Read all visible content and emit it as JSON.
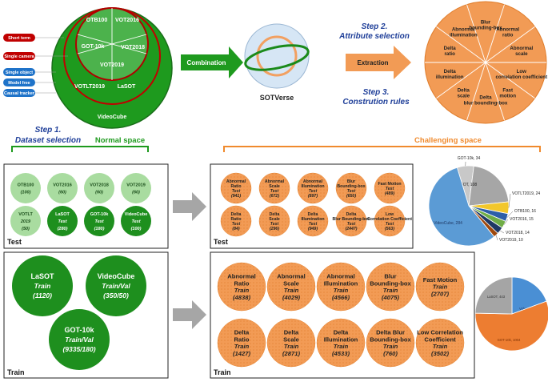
{
  "dataset_labels": {
    "otb100": "OTB100",
    "vot2016": "VOT2016",
    "got10k": "GOT-10k",
    "vot2018": "VOT2018",
    "vot2019": "VOT2019",
    "votlt2019": "VOTLT2019",
    "lasot": "LaSOT",
    "videocube": "VideoCube"
  },
  "tags": [
    "Short term",
    "Single camera",
    "Single object",
    "Model free",
    "Causal tracker"
  ],
  "combination_label": "Combination",
  "sotverse_label": "SOTVerse",
  "step2": {
    "line1": "Step 2.",
    "line2": "Attribute selection"
  },
  "step3": {
    "line1": "Step 3.",
    "line2": "Constrution rules"
  },
  "extraction_label": "Extraction",
  "attribute_wheel": [
    "Blur bounding-box",
    "Abnormal ratio",
    "Abnormal scale",
    "Low correlation coefficient",
    "Fast motion",
    "Delta blur bounding-box",
    "Delta scale",
    "Delta illumination",
    "Delta ratio",
    "Abnormal illumination"
  ],
  "step1": {
    "line1": "Step 1.",
    "line2": "Dataset selection"
  },
  "normal_space_label": "Normal space",
  "challenging_space_label": "Challenging space",
  "test_label": "Test",
  "train_label": "Train",
  "normal_test": [
    {
      "name": "OTB100",
      "sub": "",
      "count": "(100)",
      "dark": false
    },
    {
      "name": "VOT2016",
      "sub": "",
      "count": "(60)",
      "dark": false
    },
    {
      "name": "VOT2018",
      "sub": "",
      "count": "(60)",
      "dark": false
    },
    {
      "name": "VOT2019",
      "sub": "",
      "count": "(60)",
      "dark": false
    },
    {
      "name": "VOTLT",
      "sub": "2019",
      "count": "(50)",
      "dark": false
    },
    {
      "name": "LaSOT",
      "sub": "Test",
      "count": "(280)",
      "dark": true
    },
    {
      "name": "GOT-10k",
      "sub": "Test",
      "count": "(180)",
      "dark": true
    },
    {
      "name": "VideoCube",
      "sub": "Test",
      "count": "(100)",
      "dark": true
    }
  ],
  "normal_train": [
    {
      "name": "LaSOT",
      "sub": "Train",
      "count": "(1120)"
    },
    {
      "name": "VideoCube",
      "sub": "Train/Val",
      "count": "(350/50)"
    },
    {
      "name": "GOT-10k",
      "sub": "Train/Val",
      "count": "(9335/180)"
    }
  ],
  "challenge_test": [
    {
      "l1": "Abnormal",
      "l2": "Ratio",
      "sub": "Test",
      "count": "(941)"
    },
    {
      "l1": "Abnormal",
      "l2": "Scale",
      "sub": "Test",
      "count": "(672)"
    },
    {
      "l1": "Abnormal",
      "l2": "Illumination",
      "sub": "Test",
      "count": "(897)"
    },
    {
      "l1": "Blur",
      "l2": "Bounding-box",
      "sub": "Test",
      "count": "(650)"
    },
    {
      "l1": "Fast Motion",
      "l2": "",
      "sub": "Test",
      "count": "(489)"
    },
    {
      "l1": "Delta",
      "l2": "Ratio",
      "sub": "Test",
      "count": "(84)"
    },
    {
      "l1": "Delta",
      "l2": "Scale",
      "sub": "Test",
      "count": "(296)"
    },
    {
      "l1": "Delta",
      "l2": "Illumination",
      "sub": "Test",
      "count": "(949)"
    },
    {
      "l1": "Delta",
      "l2": "Blur Bounding-box",
      "sub": "Test",
      "count": "(2447)"
    },
    {
      "l1": "Low",
      "l2": "Correlation Coefficient",
      "sub": "Test",
      "count": "(563)"
    }
  ],
  "challenge_train": [
    {
      "l1": "Abnormal",
      "l2": "Ratio",
      "sub": "Train",
      "count": "(4838)"
    },
    {
      "l1": "Abnormal",
      "l2": "Scale",
      "sub": "Train",
      "count": "(4029)"
    },
    {
      "l1": "Abnormal",
      "l2": "Illumination",
      "sub": "Train",
      "count": "(4566)"
    },
    {
      "l1": "Blur",
      "l2": "Bounding-box",
      "sub": "Train",
      "count": "(4075)"
    },
    {
      "l1": "Fast Motion",
      "l2": "",
      "sub": "Train",
      "count": "(2707)"
    },
    {
      "l1": "Delta",
      "l2": "Ratio",
      "sub": "Train",
      "count": "(1427)"
    },
    {
      "l1": "Delta",
      "l2": "Scale",
      "sub": "Train",
      "count": "(2871)"
    },
    {
      "l1": "Delta",
      "l2": "Illumination",
      "sub": "Train",
      "count": "(4533)"
    },
    {
      "l1": "Delta Blur",
      "l2": "Bounding-box",
      "sub": "Train",
      "count": "(760)"
    },
    {
      "l1": "Low Correlation",
      "l2": "Coefficient",
      "sub": "Train",
      "count": "(3502)"
    }
  ],
  "chart_data": [
    {
      "type": "pie",
      "title": "",
      "slices": [
        {
          "label": "GOT-10k, 34",
          "value": 34,
          "color": "#c8c8c8"
        },
        {
          "label": "LaSOT, 108",
          "value": 108,
          "color": "#a6a6a6"
        },
        {
          "label": "VOTLT2019, 24",
          "value": 24,
          "color": "#f2c72b"
        },
        {
          "label": "OTB100, 16",
          "value": 16,
          "color": "#2e5ea8"
        },
        {
          "label": "VOT2016, 15",
          "value": 15,
          "color": "#70ad47"
        },
        {
          "label": "VOT2018, 14",
          "value": 14,
          "color": "#1f3864"
        },
        {
          "label": "VOT2019, 10",
          "value": 10,
          "color": "#9e480e"
        },
        {
          "label": "VideoCube, 284",
          "value": 284,
          "color": "#5b9bd5"
        }
      ]
    },
    {
      "type": "pie",
      "title": "",
      "slices": [
        {
          "label": "VideoCube, 348",
          "value": 348,
          "color": "#4a8fd4"
        },
        {
          "label": "GOT-10k, 1004",
          "value": 1004,
          "color": "#ed7d31"
        },
        {
          "label": "LaSOT, 443",
          "value": 443,
          "color": "#a5a5a5"
        }
      ]
    }
  ],
  "colors": {
    "dark_green": "#1e8f1e",
    "mid_green": "#3aa83a",
    "light_green": "#a9dca0",
    "orange": "#f09a4e",
    "light_orange": "#f5b47a",
    "red": "#c00000",
    "blue": "#1f73c9",
    "step_blue": "#1f3f99",
    "title_orange": "#f08a2d"
  }
}
